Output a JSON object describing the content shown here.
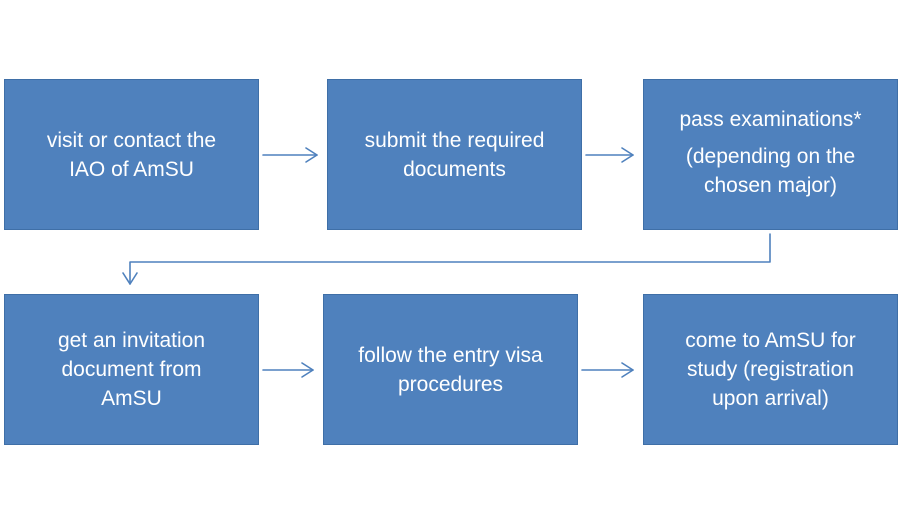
{
  "steps": [
    {
      "lines": [
        "visit or contact the",
        "IAO of AmSU"
      ]
    },
    {
      "lines": [
        "submit the required",
        "documents"
      ]
    },
    {
      "lines": [
        "pass examinations*"
      ],
      "note": [
        "(depending on the",
        "chosen major)"
      ]
    },
    {
      "lines": [
        "get an invitation",
        "document from",
        "AmSU"
      ]
    },
    {
      "lines": [
        "follow the entry visa",
        "procedures"
      ]
    },
    {
      "lines": [
        "come to AmSU for",
        "study (registration",
        "upon arrival)"
      ]
    }
  ],
  "colors": {
    "box_fill": "#4f81bd",
    "box_text": "#ffffff",
    "arrow": "#4f81bd"
  }
}
